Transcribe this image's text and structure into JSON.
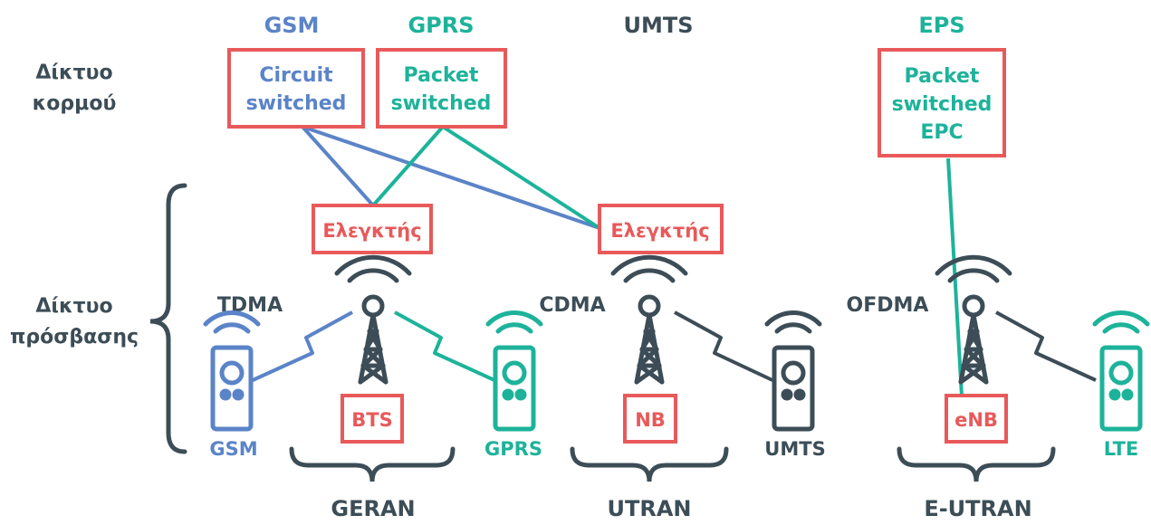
{
  "colors": {
    "dark": "#3c4d57",
    "blue": "#5b84c8",
    "teal": "#1db39a",
    "red": "#e8595a"
  },
  "top_labels": {
    "gsm": "GSM",
    "gprs": "GPRS",
    "umts": "UMTS",
    "eps": "EPS"
  },
  "left_labels": {
    "core_line1": "Δίκτυο",
    "core_line2": "κορμού",
    "access_line1": "Δίκτυο",
    "access_line2": "πρόσβασης"
  },
  "core_boxes": {
    "circuit_line1": "Circuit",
    "circuit_line2": "switched",
    "packet_line1": "Packet",
    "packet_line2": "switched",
    "epc_line1": "Packet",
    "epc_line2": "switched",
    "epc_line3": "EPC"
  },
  "controllers": {
    "left": "Ελεγκτής",
    "right": "Ελεγκτής"
  },
  "access_tech": {
    "tdma": "TDMA",
    "cdma": "CDMA",
    "ofdma": "OFDMA"
  },
  "base_stations": {
    "bts": "BTS",
    "nb": "NB",
    "enb": "eNB"
  },
  "devices": {
    "gsm": "GSM",
    "gprs": "GPRS",
    "umts": "UMTS",
    "lte": "LTE"
  },
  "ran_groups": {
    "geran": "GERAN",
    "utran": "UTRAN",
    "eutran": "E-UTRAN"
  }
}
